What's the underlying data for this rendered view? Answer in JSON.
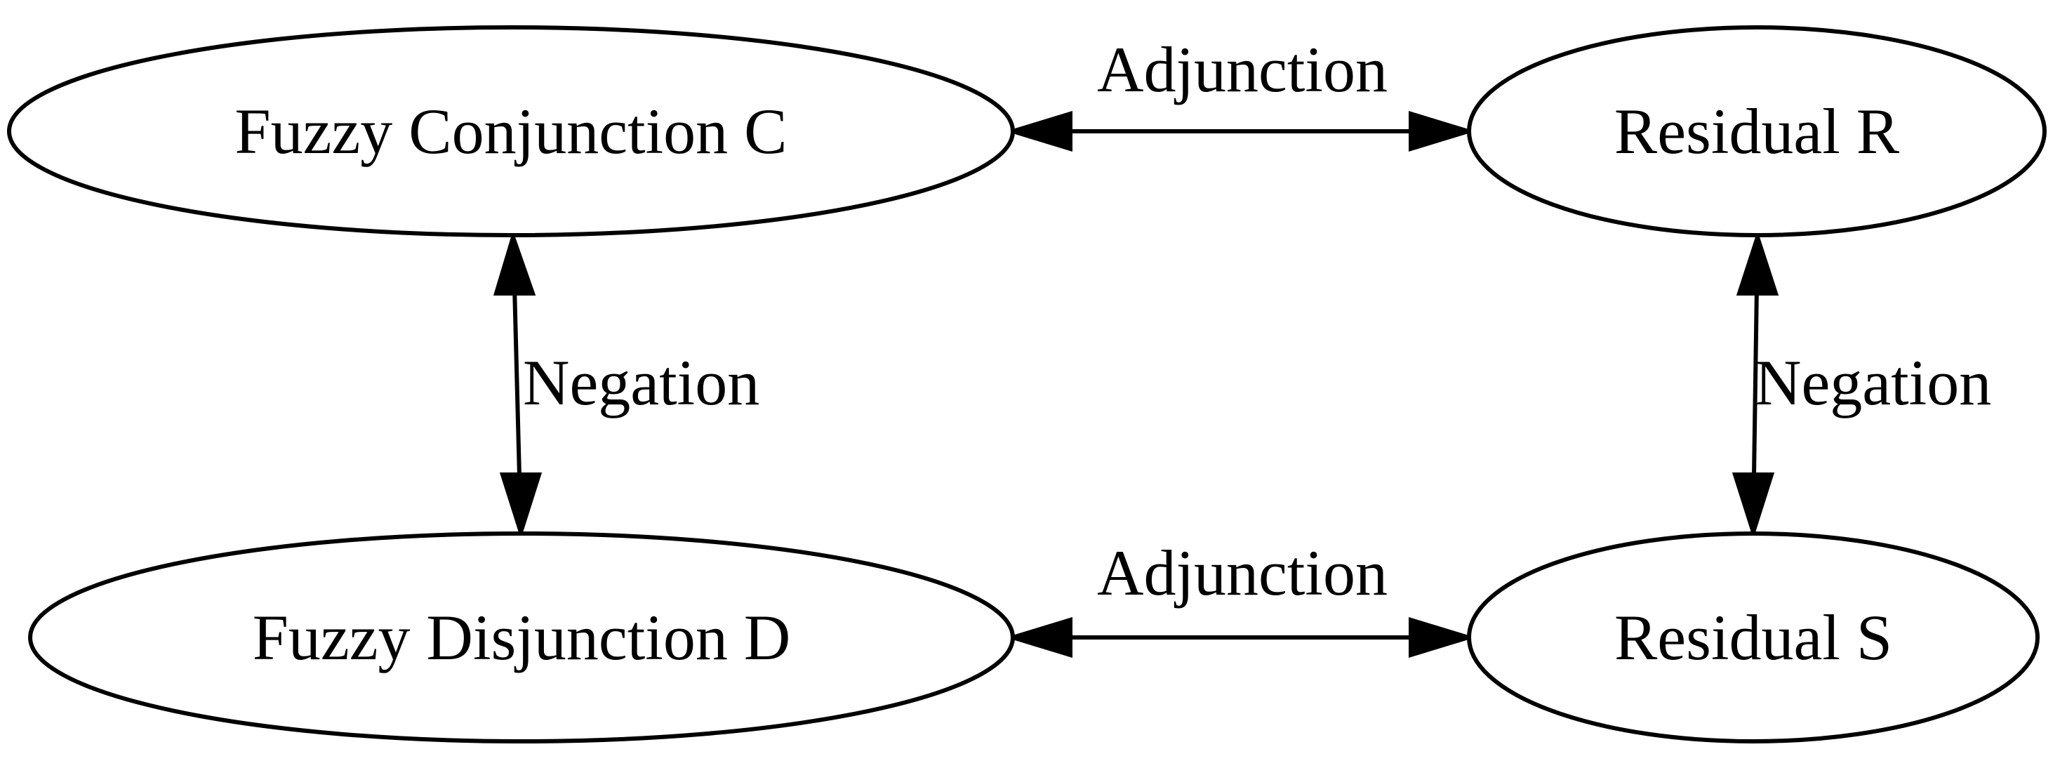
{
  "nodes": {
    "conjunction": {
      "label": "Fuzzy Conjunction C"
    },
    "residual_r": {
      "label": "Residual R"
    },
    "disjunction": {
      "label": "Fuzzy Disjunction D"
    },
    "residual_s": {
      "label": "Residual S"
    }
  },
  "edges": {
    "top": {
      "label": "Adjunction",
      "from": "Fuzzy Conjunction C",
      "to": "Residual R",
      "direction": "bidirectional"
    },
    "bottom": {
      "label": "Adjunction",
      "from": "Fuzzy Disjunction D",
      "to": "Residual S",
      "direction": "bidirectional"
    },
    "left": {
      "label": "Negation",
      "from": "Fuzzy Conjunction C",
      "to": "Fuzzy Disjunction D",
      "direction": "bidirectional"
    },
    "right": {
      "label": "Negation",
      "from": "Residual R",
      "to": "Residual S",
      "direction": "bidirectional"
    }
  },
  "colors": {
    "stroke": "#000000",
    "background": "#ffffff"
  }
}
